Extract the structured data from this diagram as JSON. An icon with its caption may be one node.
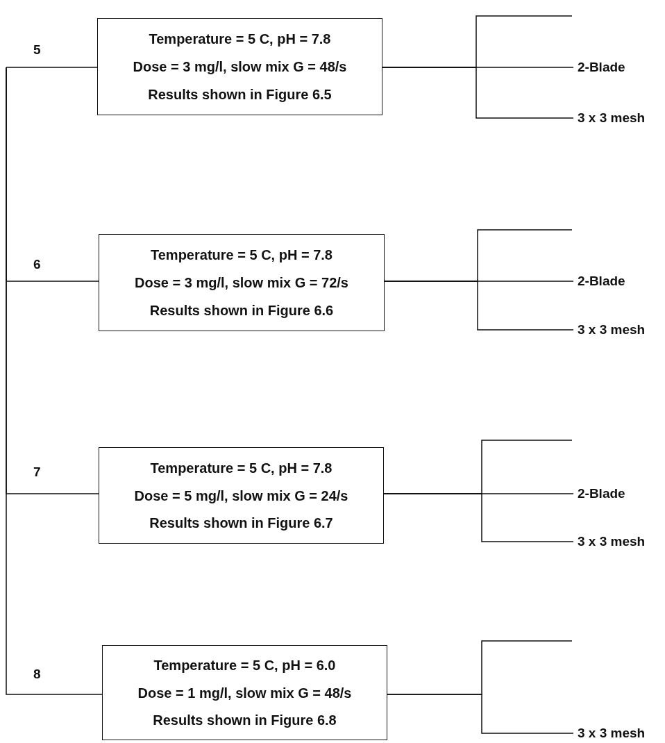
{
  "diagram": {
    "nodes": [
      {
        "text": [
          "Temperature = 5 C, pH = 7.8",
          "Dose = 3 mg/l, slow mix G = 48/s",
          "Results shown in Figure 6.5"
        ]
      },
      {
        "text": [
          "2-Blade"
        ]
      },
      {
        "text": [
          "3 x 3 mesh"
        ]
      },
      {
        "text": [
          "Temperature = 5 C, pH = 7.8",
          "Dose = 3 mg/l, slow mix G = 72/s",
          "Results shown in Figure 6.6"
        ]
      },
      {
        "text": [
          "2-Blade"
        ]
      },
      {
        "text": [
          "3 x 3 mesh"
        ]
      },
      {
        "text": [
          "Temperature = 5 C, pH = 7.8",
          "Dose = 5 mg/l, slow mix G = 24/s",
          "Results shown in Figure 6.7"
        ]
      },
      {
        "text": [
          "2-Blade"
        ]
      },
      {
        "text": [
          "3 x 3 mesh"
        ]
      },
      {
        "text": [
          "Temperature = 5 C, pH = 6.0",
          "Dose = 1 mg/l, slow mix G = 48/s",
          "Results shown in Figure 6.8"
        ]
      },
      {
        "text": [
          "3 x 3 mesh"
        ]
      }
    ],
    "edges": [
      {
        "from": null,
        "to": 0,
        "arrow": "none",
        "label": "5"
      },
      {
        "from": 0,
        "to": null,
        "arrow": "none"
      },
      {
        "from": 0,
        "to": 1,
        "arrow": "none"
      },
      {
        "from": 0,
        "to": 2,
        "arrow": "none"
      },
      {
        "from": null,
        "to": 3,
        "arrow": "none",
        "label": "6"
      },
      {
        "from": 3,
        "to": null,
        "arrow": "none"
      },
      {
        "from": 3,
        "to": 4,
        "arrow": "none"
      },
      {
        "from": 3,
        "to": 5,
        "arrow": "none"
      },
      {
        "from": null,
        "to": 6,
        "arrow": "none",
        "label": "7"
      },
      {
        "from": 6,
        "to": null,
        "arrow": "none"
      },
      {
        "from": 6,
        "to": 7,
        "arrow": "none"
      },
      {
        "from": 6,
        "to": 8,
        "arrow": "none"
      },
      {
        "from": null,
        "to": 9,
        "arrow": "none",
        "label": "8"
      },
      {
        "from": 9,
        "to": null,
        "arrow": "none"
      },
      {
        "from": 9,
        "to": 10,
        "arrow": "none"
      }
    ]
  }
}
